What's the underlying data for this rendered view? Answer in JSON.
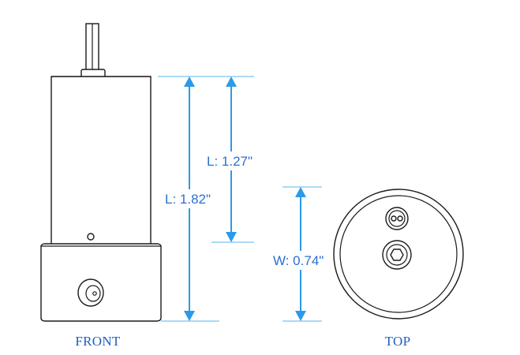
{
  "views": {
    "front_label": "FRONT",
    "top_label": "TOP"
  },
  "dimensions": {
    "length_total": "L: 1.82\"",
    "length_body": "L: 1.27\"",
    "width": "W: 0.74\""
  },
  "colors": {
    "dimension": "#2b9ae8",
    "label": "#1f5fbf",
    "outline": "#1a1a1a"
  }
}
